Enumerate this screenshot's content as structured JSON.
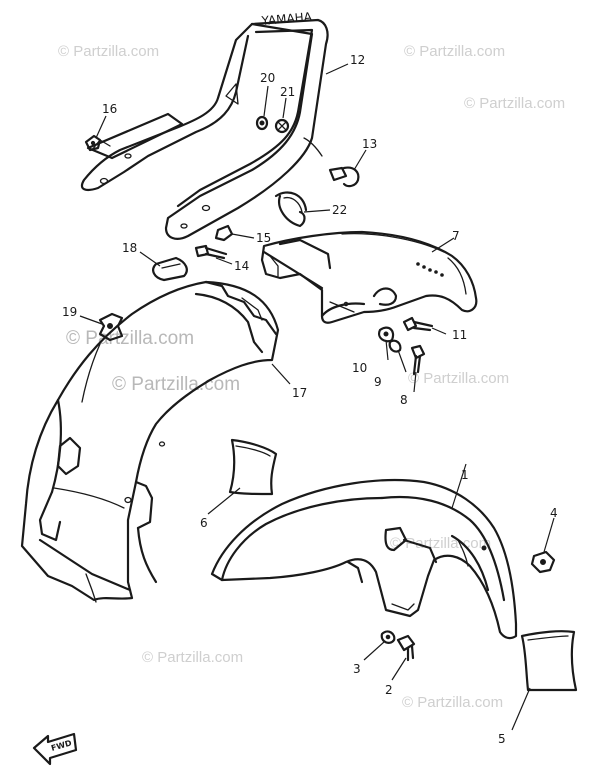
{
  "watermark": "© Partzilla.com",
  "embossed_text": "YAMAHA",
  "fwd_label": "FWD",
  "callouts": {
    "c1": "1",
    "c2": "2",
    "c3": "3",
    "c4": "4",
    "c5": "5",
    "c6": "6",
    "c7": "7",
    "c8": "8",
    "c9": "9",
    "c10": "10",
    "c11": "11",
    "c12": "12",
    "c13": "13",
    "c14": "14",
    "c15": "15",
    "c16": "16",
    "c17": "17",
    "c18": "18",
    "c19": "19",
    "c20": "20",
    "c21": "21",
    "c22": "22"
  },
  "colors": {
    "line": "#1a1a1a",
    "watermark": "#cfcfcf",
    "background": "#ffffff"
  }
}
